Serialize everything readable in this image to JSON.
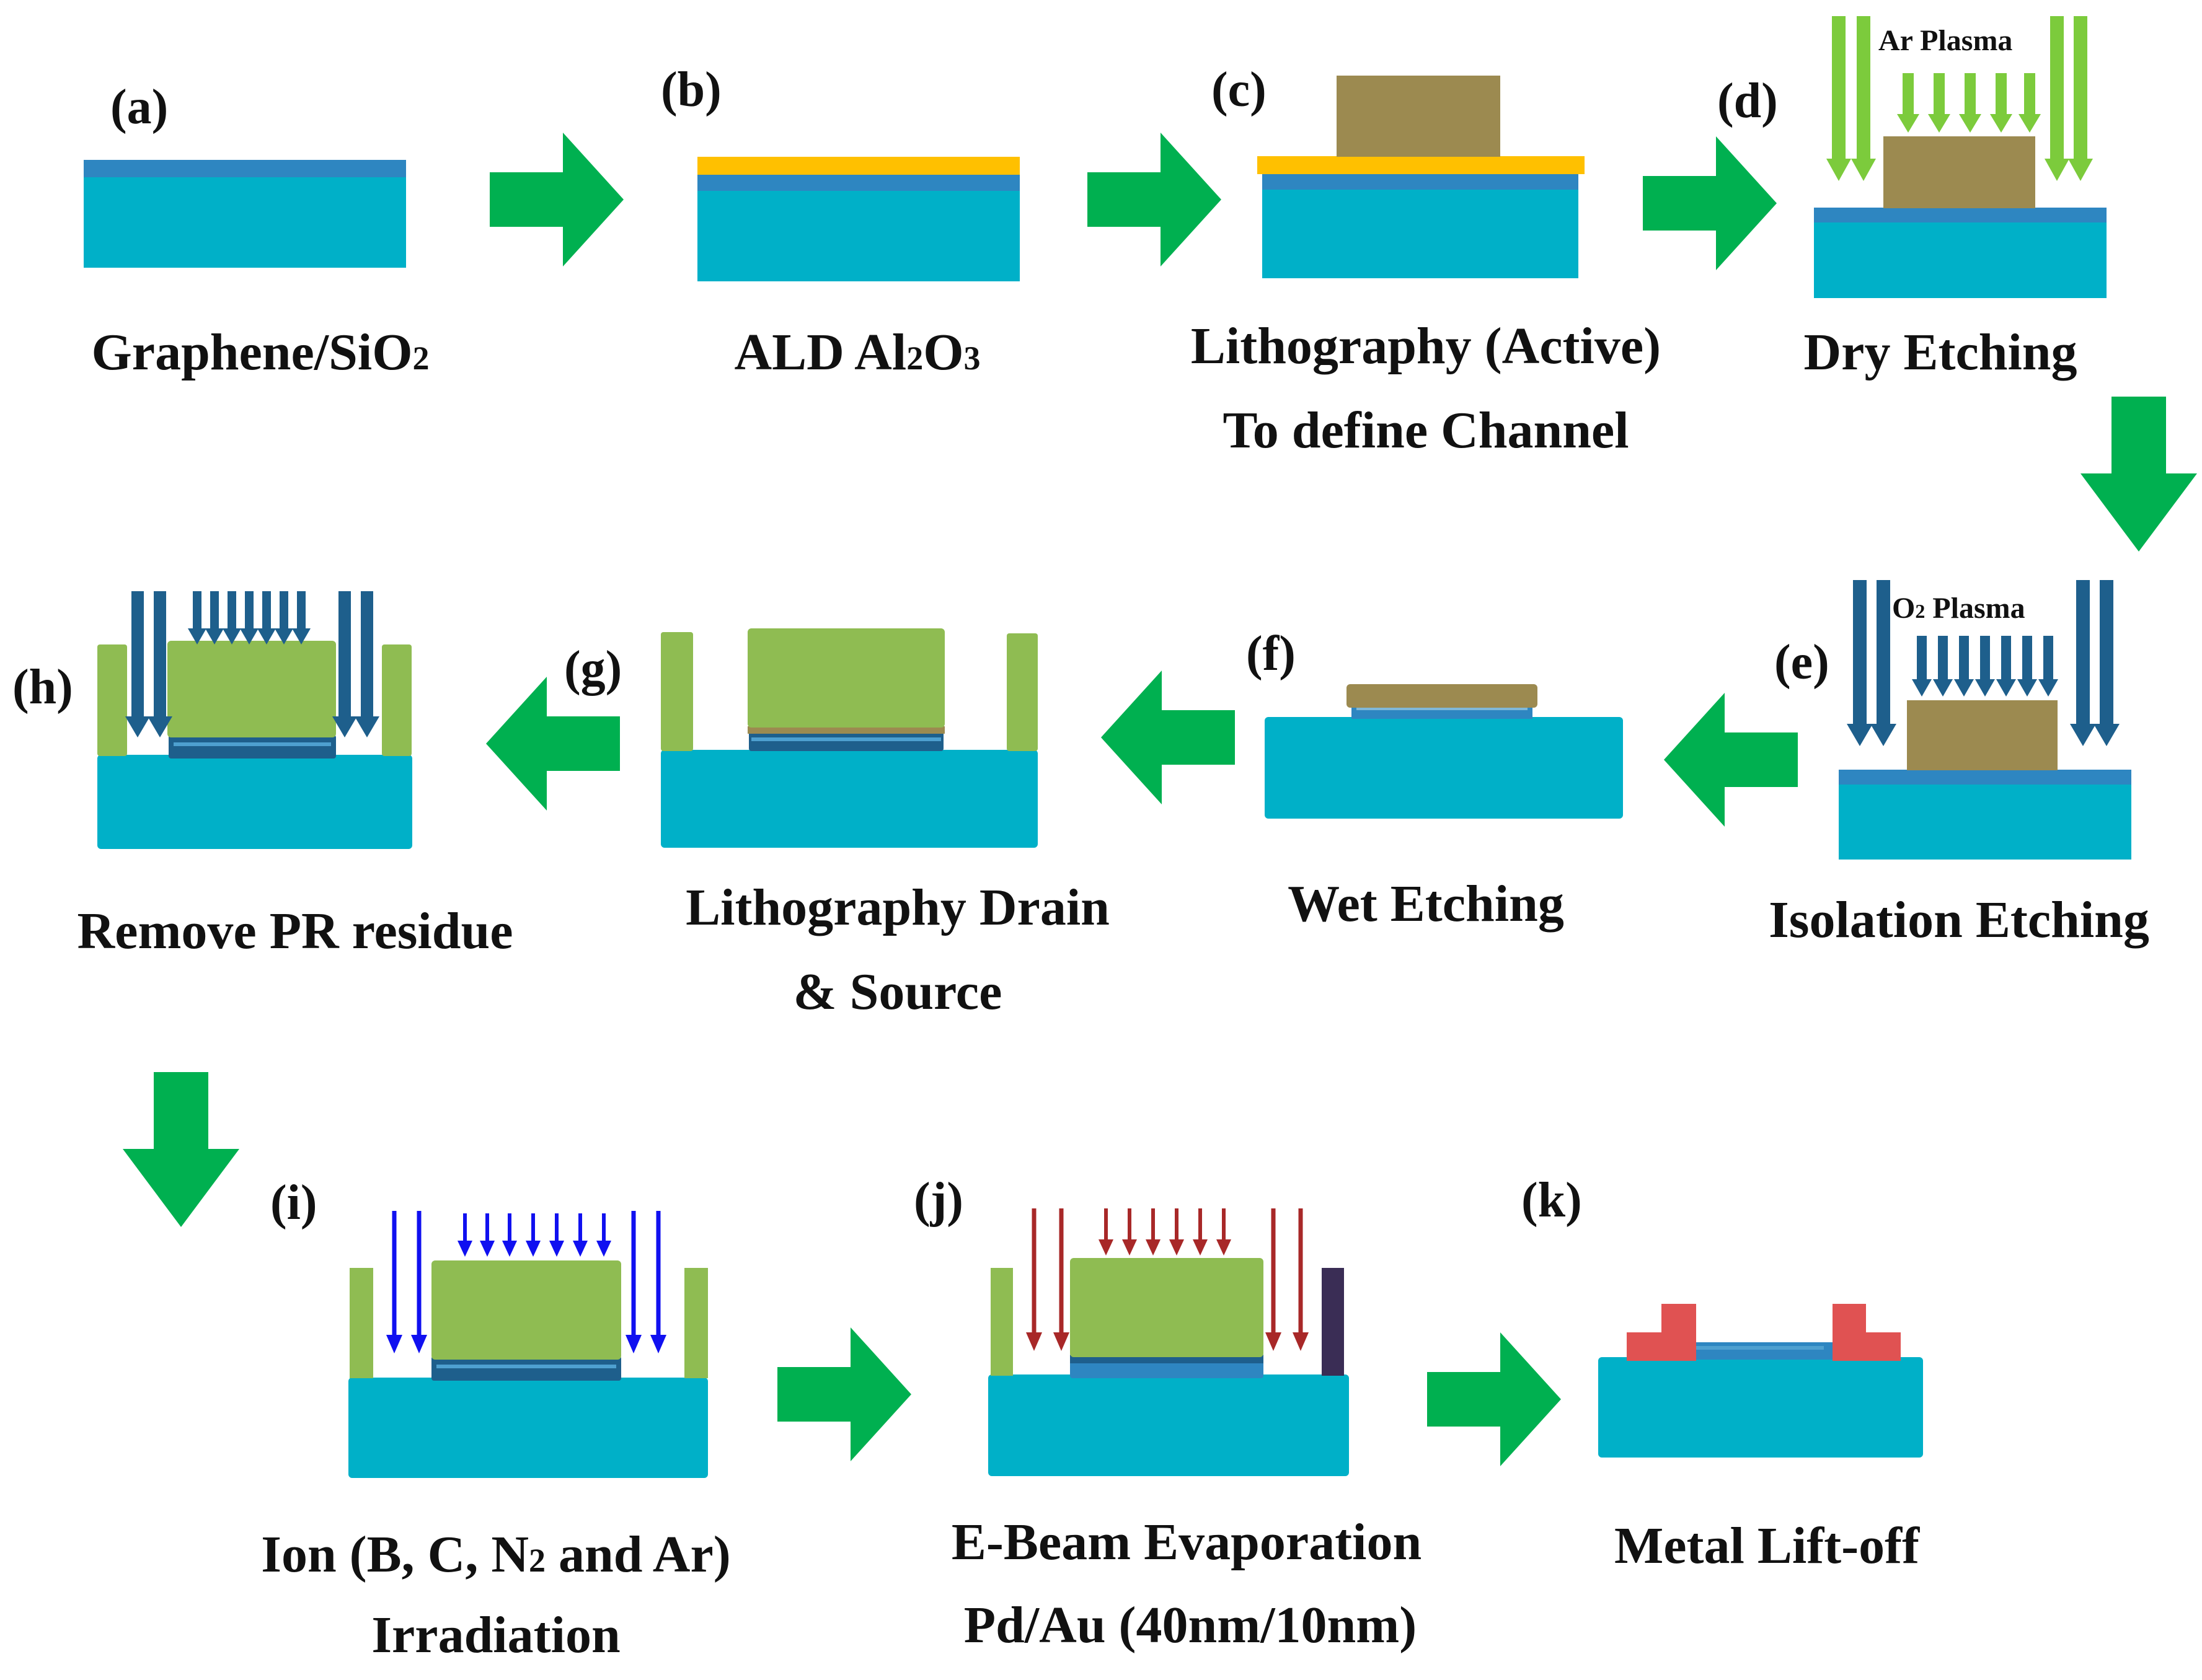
{
  "colors": {
    "substrate": "#00B0C8",
    "graphene": "#2E86C1",
    "al2o3": "#FFC000",
    "pr_brown": "#9C8A50",
    "pr_green": "#8FBC52",
    "flow_arrow": "#00B050",
    "ar_plasma": "#7CCB3C",
    "o2_plasma": "#1E5F8C",
    "ion": "#1010F0",
    "ebeam": "#A82828",
    "metal": "#E05252",
    "dark_bar": "#3A2D55"
  },
  "steps": [
    {
      "id": "a",
      "label": "(a)",
      "caption": [
        "Graphene/SiO",
        "2"
      ]
    },
    {
      "id": "b",
      "label": "(b)",
      "caption": [
        "ALD Al",
        "2",
        "O",
        "3"
      ]
    },
    {
      "id": "c",
      "label": "(c)",
      "caption": [
        "Lithography (Active)",
        "To define Channel"
      ]
    },
    {
      "id": "d",
      "label": "(d)",
      "caption": [
        "Dry Etching"
      ],
      "annotation": "Ar Plasma"
    },
    {
      "id": "e",
      "label": "(e)",
      "caption": [
        "Isolation Etching"
      ],
      "annotation": [
        "O",
        "2",
        " Plasma"
      ]
    },
    {
      "id": "f",
      "label": "(f)",
      "caption": [
        "Wet Etching"
      ]
    },
    {
      "id": "g",
      "label": "(g)",
      "caption": [
        "Lithography Drain",
        "& Source"
      ]
    },
    {
      "id": "h",
      "label": "(h)",
      "caption": [
        "Remove PR residue"
      ]
    },
    {
      "id": "i",
      "label": "(i)",
      "caption": [
        "Ion (B, C, N",
        "2",
        " and Ar)",
        "Irradiation"
      ]
    },
    {
      "id": "j",
      "label": "(j)",
      "caption": [
        "E-Beam Evaporation",
        "Pd/Au (40nm/10nm)"
      ]
    },
    {
      "id": "k",
      "label": "(k)",
      "caption": [
        "Metal Lift-off"
      ]
    }
  ]
}
